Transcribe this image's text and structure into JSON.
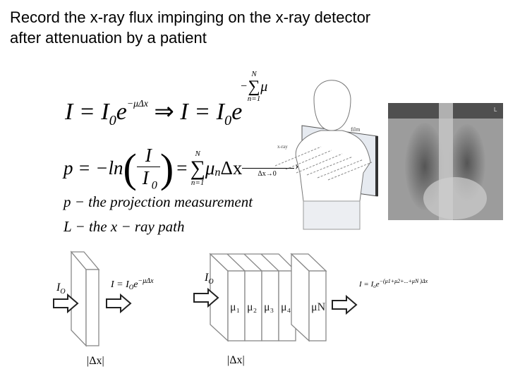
{
  "title": {
    "line1": "Record the x-ray flux impinging on the x-ray detector",
    "line2": "after attenuation by a patient"
  },
  "equations": {
    "eq1_left": "I = I",
    "eq1_sub": "0",
    "eq1_e": "e",
    "eq1_exp": "−μΔx",
    "implies": "⇒",
    "eq1_right": "I = I",
    "eq1_right_sub": "0",
    "eq1_right_e": "e",
    "eq1_right_exp_minus": "−",
    "sum_upper": "N",
    "sum_symbol": "∑",
    "sum_lower": "n=1",
    "eq1_right_exp_mu": "μ",
    "eq2_p": "p = −ln",
    "eq2_num": "I",
    "eq2_den": "I",
    "eq2_den_sub": "0",
    "eq2_eq": "=",
    "eq2_term": "μ",
    "eq2_term_sub": "n",
    "eq2_dx": "Δx",
    "eq2_limit": "Δx→0",
    "def_p": "p − the  projection  measurement",
    "def_L": "L − the  x − ray  path"
  },
  "patient_figure": {
    "film_label": "film",
    "xray_label": "x-ray"
  },
  "radiograph": {
    "corner_label": "L"
  },
  "diagram": {
    "left": {
      "input_label": "I",
      "input_sub": "O",
      "output_eq": "I = I",
      "output_sub": "O",
      "output_e": "e",
      "output_exp": "−μΔx",
      "thickness_label": "|Δx|"
    },
    "right": {
      "input_label": "I",
      "input_sub": "O",
      "layers": [
        "μ₁",
        "μ₂",
        "μ₃",
        "μ₄"
      ],
      "last_layer": "μN",
      "output_eq": "I = I",
      "output_sub": "o",
      "output_e": "e",
      "output_exp": "−(μ1+μ2+...+μN )Δx",
      "thickness_label": "|Δx|"
    }
  }
}
